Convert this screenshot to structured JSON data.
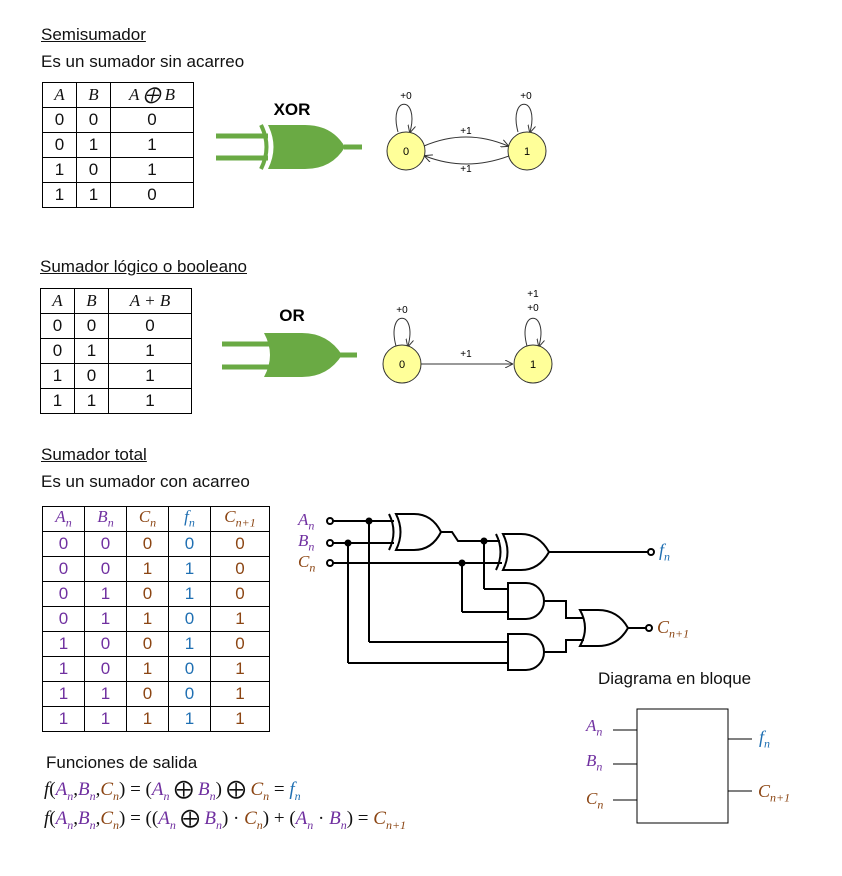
{
  "semisumador": {
    "title": "Semisumador",
    "subtitle": "Es un sumador sin acarreo",
    "headers": [
      "A",
      "B",
      "A ⨁ B"
    ],
    "rows": [
      [
        "0",
        "0",
        "0"
      ],
      [
        "0",
        "1",
        "1"
      ],
      [
        "1",
        "0",
        "1"
      ],
      [
        "1",
        "1",
        "0"
      ]
    ],
    "gate_label": "XOR",
    "state0": "0",
    "state1": "1",
    "self0": "+0",
    "self1": "+0",
    "top_edge": "+1",
    "bottom_edge": "+1"
  },
  "logico": {
    "title": "Sumador lógico o booleano",
    "headers": [
      "A",
      "B",
      "A + B"
    ],
    "rows": [
      [
        "0",
        "0",
        "0"
      ],
      [
        "0",
        "1",
        "1"
      ],
      [
        "1",
        "0",
        "1"
      ],
      [
        "1",
        "1",
        "1"
      ]
    ],
    "gate_label": "OR",
    "state0": "0",
    "state1": "1",
    "self0": "+0",
    "self1a": "+1",
    "self1b": "+0",
    "edge": "+1"
  },
  "total": {
    "title": "Sumador total",
    "subtitle": "Es un sumador con acarreo",
    "headers": [
      {
        "base": "A",
        "sub": "n",
        "color": "#7030a0"
      },
      {
        "base": "B",
        "sub": "n",
        "color": "#7030a0"
      },
      {
        "base": "C",
        "sub": "n",
        "color": "#8b4513"
      },
      {
        "base": "f",
        "sub": "n",
        "color": "#1f6fb2"
      },
      {
        "base": "C",
        "sub": "n+1",
        "color": "#8b4513"
      }
    ],
    "rows": [
      [
        "0",
        "0",
        "0",
        "0",
        "0"
      ],
      [
        "0",
        "0",
        "1",
        "1",
        "0"
      ],
      [
        "0",
        "1",
        "0",
        "1",
        "0"
      ],
      [
        "0",
        "1",
        "1",
        "0",
        "1"
      ],
      [
        "1",
        "0",
        "0",
        "1",
        "0"
      ],
      [
        "1",
        "0",
        "1",
        "0",
        "1"
      ],
      [
        "1",
        "1",
        "0",
        "0",
        "1"
      ],
      [
        "1",
        "1",
        "1",
        "1",
        "1"
      ]
    ],
    "circuit": {
      "in_a": {
        "base": "A",
        "sub": "n"
      },
      "in_b": {
        "base": "B",
        "sub": "n"
      },
      "in_c": {
        "base": "C",
        "sub": "n"
      },
      "out_f": {
        "base": "f",
        "sub": "n"
      },
      "out_c": {
        "base": "C",
        "sub": "n+1"
      }
    },
    "block": {
      "title": "Diagrama en bloque",
      "in_a": {
        "base": "A",
        "sub": "n"
      },
      "in_b": {
        "base": "B",
        "sub": "n"
      },
      "in_c": {
        "base": "C",
        "sub": "n"
      },
      "out_f": {
        "base": "f",
        "sub": "n"
      },
      "out_c": {
        "base": "C",
        "sub": "n+1"
      }
    },
    "functions_title": "Funciones de salida"
  },
  "colors": {
    "purple": "#7030a0",
    "brown": "#8b4513",
    "blue": "#1f6fb2",
    "gate_green": "#6aaa44",
    "state_yellow": "#ffff99"
  }
}
